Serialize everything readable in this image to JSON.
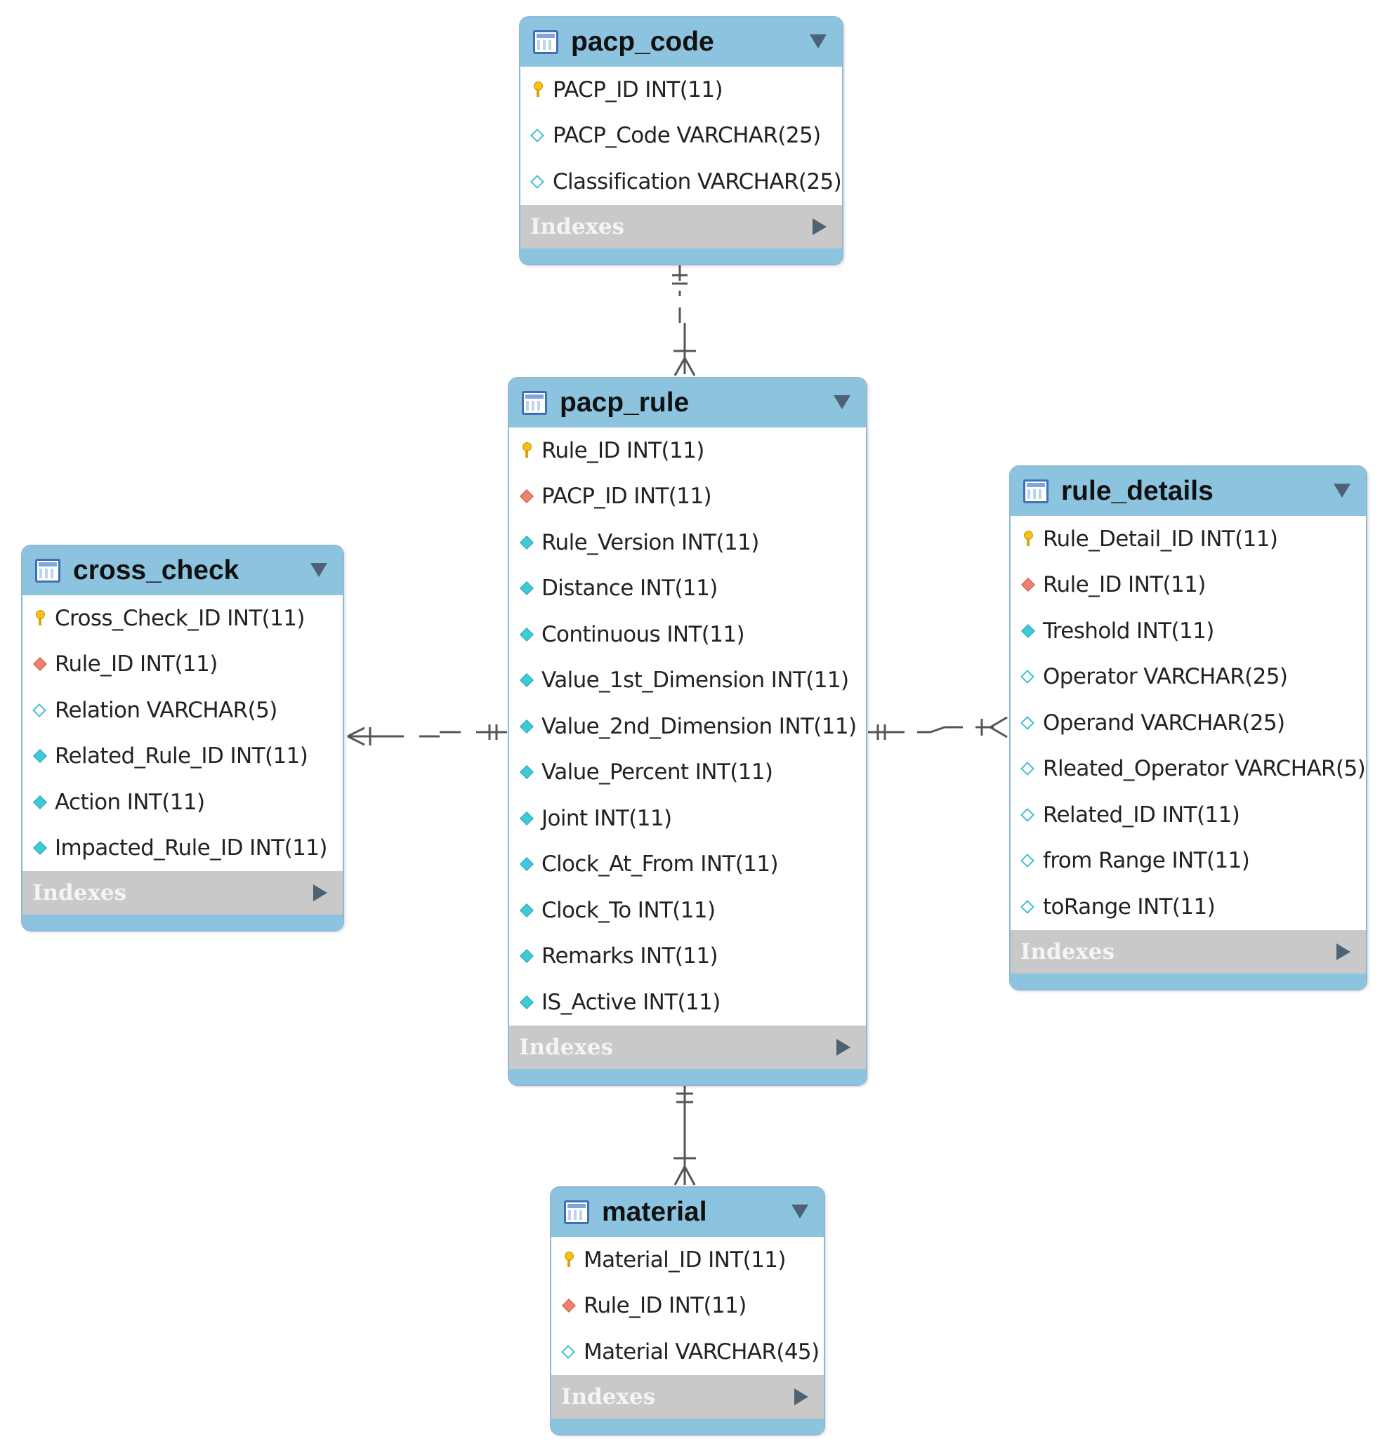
{
  "tables": {
    "pacp_code": {
      "name": "pacp_code",
      "columns": [
        {
          "text": "PACP_ID INT(11)",
          "kind": "primary-key"
        },
        {
          "text": "PACP_Code VARCHAR(25)",
          "kind": "nullable-column"
        },
        {
          "text": "Classification VARCHAR(25)",
          "kind": "nullable-column"
        }
      ],
      "indexes_label": "Indexes"
    },
    "pacp_rule": {
      "name": "pacp_rule",
      "columns": [
        {
          "text": "Rule_ID INT(11)",
          "kind": "primary-key"
        },
        {
          "text": "PACP_ID INT(11)",
          "kind": "foreign-key"
        },
        {
          "text": "Rule_Version INT(11)",
          "kind": "not-null-column"
        },
        {
          "text": "Distance INT(11)",
          "kind": "not-null-column"
        },
        {
          "text": "Continuous INT(11)",
          "kind": "not-null-column"
        },
        {
          "text": "Value_1st_Dimension INT(11)",
          "kind": "not-null-column"
        },
        {
          "text": "Value_2nd_Dimension INT(11)",
          "kind": "not-null-column"
        },
        {
          "text": "Value_Percent INT(11)",
          "kind": "not-null-column"
        },
        {
          "text": "Joint INT(11)",
          "kind": "not-null-column"
        },
        {
          "text": "Clock_At_From INT(11)",
          "kind": "not-null-column"
        },
        {
          "text": "Clock_To INT(11)",
          "kind": "not-null-column"
        },
        {
          "text": "Remarks INT(11)",
          "kind": "not-null-column"
        },
        {
          "text": "IS_Active INT(11)",
          "kind": "not-null-column"
        }
      ],
      "indexes_label": "Indexes"
    },
    "cross_check": {
      "name": "cross_check",
      "columns": [
        {
          "text": "Cross_Check_ID INT(11)",
          "kind": "primary-key"
        },
        {
          "text": "Rule_ID INT(11)",
          "kind": "foreign-key"
        },
        {
          "text": "Relation VARCHAR(5)",
          "kind": "nullable-column"
        },
        {
          "text": "Related_Rule_ID INT(11)",
          "kind": "not-null-column"
        },
        {
          "text": "Action INT(11)",
          "kind": "not-null-column"
        },
        {
          "text": "Impacted_Rule_ID INT(11)",
          "kind": "not-null-column"
        }
      ],
      "indexes_label": "Indexes"
    },
    "rule_details": {
      "name": "rule_details",
      "columns": [
        {
          "text": "Rule_Detail_ID INT(11)",
          "kind": "primary-key"
        },
        {
          "text": "Rule_ID INT(11)",
          "kind": "foreign-key"
        },
        {
          "text": "Treshold INT(11)",
          "kind": "not-null-column"
        },
        {
          "text": "Operator VARCHAR(25)",
          "kind": "nullable-column"
        },
        {
          "text": "Operand VARCHAR(25)",
          "kind": "nullable-column"
        },
        {
          "text": "Rleated_Operator VARCHAR(5)",
          "kind": "nullable-column"
        },
        {
          "text": "Related_ID INT(11)",
          "kind": "nullable-column"
        },
        {
          "text": "from Range INT(11)",
          "kind": "nullable-column"
        },
        {
          "text": "toRange INT(11)",
          "kind": "nullable-column"
        }
      ],
      "indexes_label": "Indexes"
    },
    "material": {
      "name": "material",
      "columns": [
        {
          "text": "Material_ID INT(11)",
          "kind": "primary-key"
        },
        {
          "text": "Rule_ID INT(11)",
          "kind": "foreign-key"
        },
        {
          "text": "Material VARCHAR(45)",
          "kind": "nullable-column"
        }
      ],
      "indexes_label": "Indexes"
    }
  },
  "relationships": [
    {
      "from": "pacp_code",
      "to": "pacp_rule",
      "from_cardinality": "one-and-only-one",
      "to_cardinality": "one-or-many"
    },
    {
      "from": "pacp_rule",
      "to": "cross_check",
      "from_cardinality": "one-and-only-one",
      "to_cardinality": "one-or-many"
    },
    {
      "from": "pacp_rule",
      "to": "rule_details",
      "from_cardinality": "one-and-only-one",
      "to_cardinality": "one-or-many"
    },
    {
      "from": "pacp_rule",
      "to": "material",
      "from_cardinality": "one-and-only-one",
      "to_cardinality": "one-or-many"
    }
  ],
  "colors": {
    "header": "#8cc3de",
    "indexes_bar": "#c9c9c9",
    "primary_key_icon": "#f5c018",
    "foreign_key_icon": "#ef8173",
    "column_icon": "#3fcad8",
    "connector_line": "#555555"
  }
}
